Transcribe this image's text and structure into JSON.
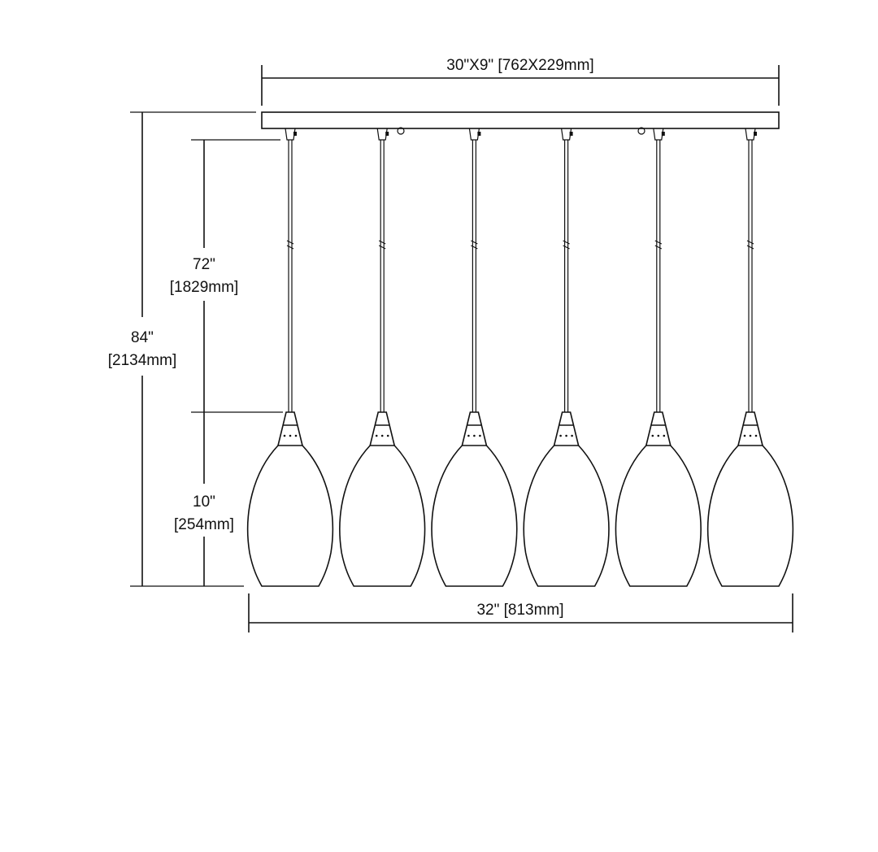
{
  "dimensions": {
    "canopy": "30\"X9\" [762X229mm]",
    "overall_height": {
      "imperial": "84\"",
      "metric": "[2134mm]"
    },
    "cord_length": {
      "imperial": "72\"",
      "metric": "[1829mm]"
    },
    "shade_height": {
      "imperial": "10\"",
      "metric": "[254mm]"
    },
    "overall_width": "32\" [813mm]"
  },
  "pendant_count": 6
}
